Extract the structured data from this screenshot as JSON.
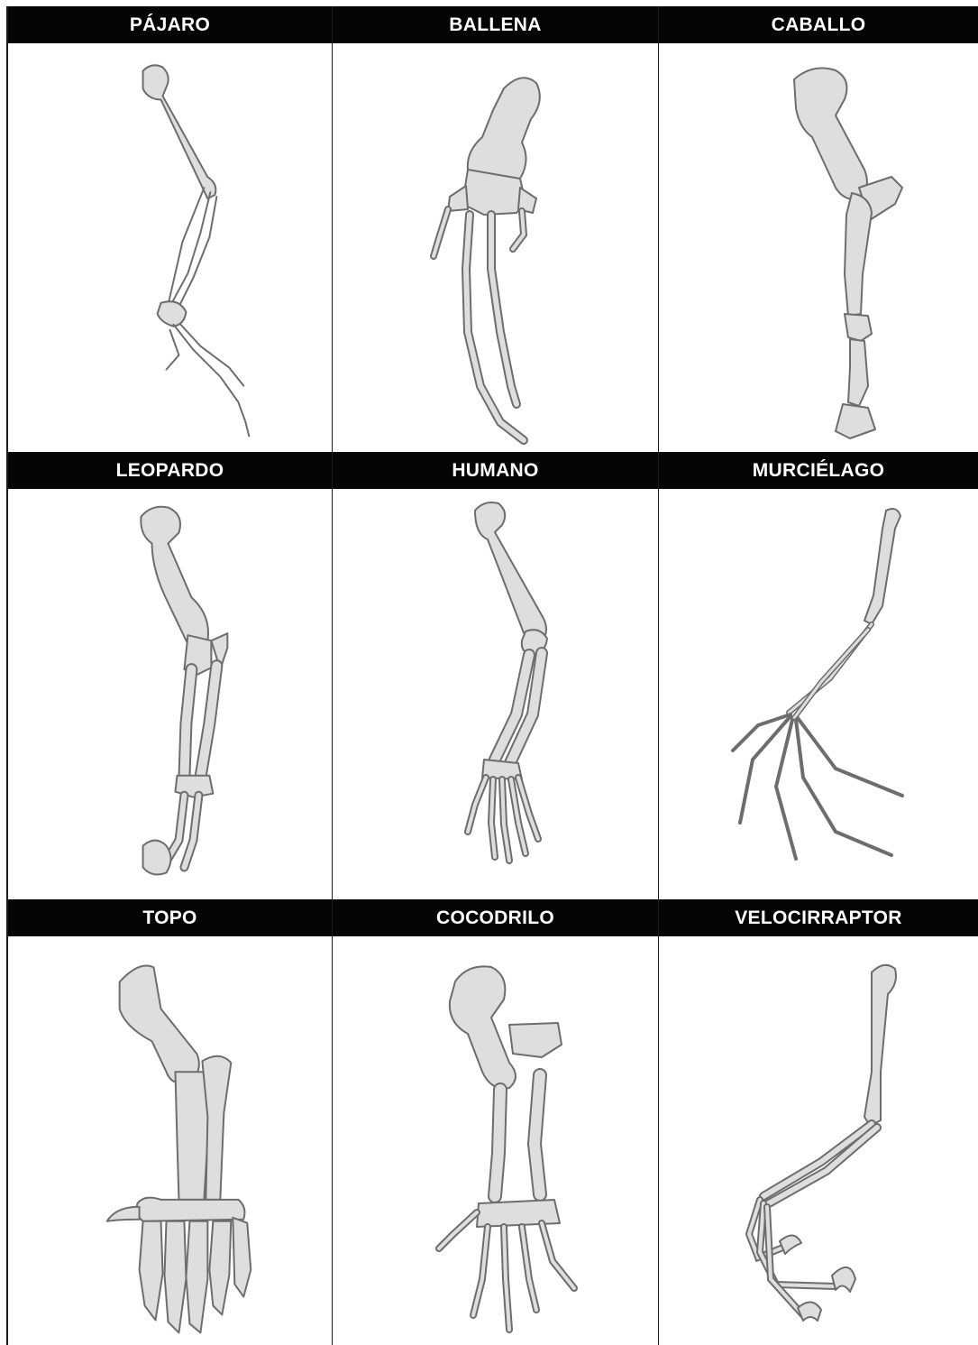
{
  "panels": [
    {
      "name": "PÁJARO",
      "icon": "bird-forelimb-skeleton"
    },
    {
      "name": "BALLENA",
      "icon": "whale-flipper-skeleton"
    },
    {
      "name": "CABALLO",
      "icon": "horse-forelimb-skeleton"
    },
    {
      "name": "LEOPARDO",
      "icon": "leopard-forelimb-skeleton"
    },
    {
      "name": "HUMANO",
      "icon": "human-arm-skeleton"
    },
    {
      "name": "MURCIÉLAGO",
      "icon": "bat-wing-skeleton"
    },
    {
      "name": "TOPO",
      "icon": "mole-forelimb-skeleton"
    },
    {
      "name": "COCODRILO",
      "icon": "crocodile-forelimb-skeleton"
    },
    {
      "name": "VELOCIRRAPTOR",
      "icon": "velociraptor-forelimb-skeleton"
    }
  ],
  "colors": {
    "header_bg": "#050505",
    "header_text": "#ffffff",
    "bone_fill": "#dedede",
    "bone_outline": "#6d6d6d"
  }
}
